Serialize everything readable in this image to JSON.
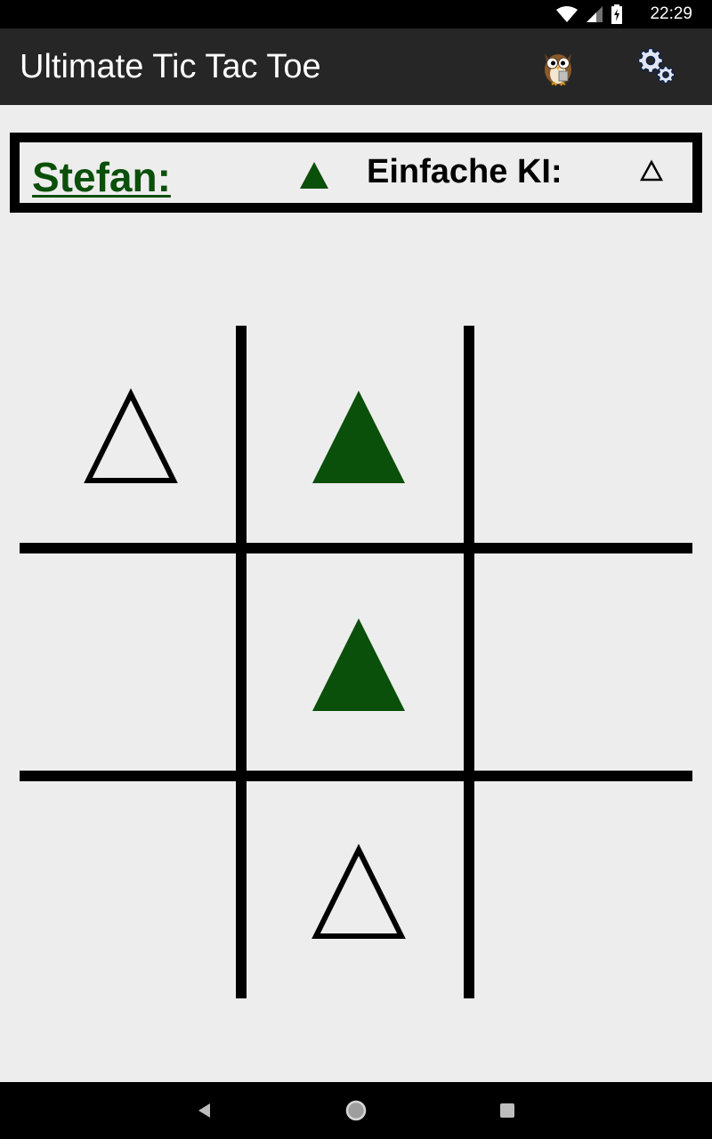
{
  "status_bar": {
    "time": "22:29",
    "icons": [
      "wifi-icon",
      "signal-icon",
      "battery-charging-icon"
    ]
  },
  "app_bar": {
    "title": "Ultimate Tic Tac Toe",
    "actions": [
      "owl-icon",
      "gear-icon"
    ]
  },
  "score": {
    "player1": {
      "name": "Stefan:",
      "mark": "filled-triangle",
      "color": "#0a4f0a",
      "active": true
    },
    "player2": {
      "name": "Einfache KI:",
      "mark": "outline-triangle",
      "color": "#000000",
      "active": false
    }
  },
  "board": {
    "cells": [
      [
        "outline-triangle",
        "filled-triangle",
        ""
      ],
      [
        "",
        "filled-triangle",
        ""
      ],
      [
        "",
        "outline-triangle",
        ""
      ]
    ],
    "filled_color": "#0a4f0a",
    "outline_color": "#000000"
  },
  "nav_bar": {
    "buttons": [
      "back-icon",
      "home-icon",
      "recents-icon"
    ]
  }
}
